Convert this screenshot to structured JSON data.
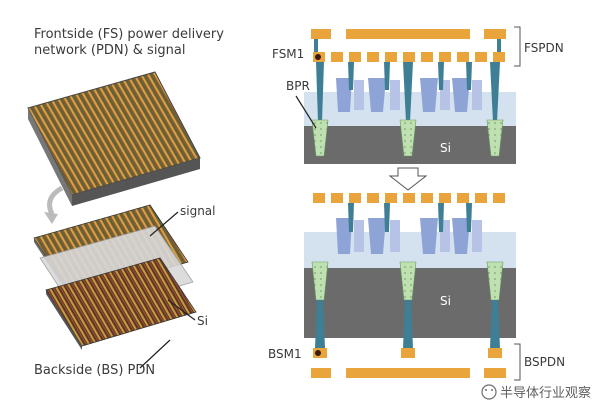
{
  "left": {
    "title_line1": "Frontside (FS) power delivery",
    "title_line2": "network (PDN) & signal",
    "signal_label": "signal",
    "si_label": "Si",
    "backside_label": "Backside (BS) PDN"
  },
  "right": {
    "fsm1_label": "FSM1",
    "bpr_label": "BPR",
    "si_top_label": "Si",
    "fspdn_label": "FSPDN",
    "si_bottom_label": "Si",
    "bsm1_label": "BSM1",
    "bspdn_label": "BSPDN"
  },
  "watermark": {
    "text": "半导体行业观察"
  },
  "colors": {
    "metal_orange": "#e9a43b",
    "silicon_gray": "#6b6b6b",
    "teal_via": "#3f7f95",
    "bpr_green": "#bfe0b0",
    "gate_blue": "#8ea3d6",
    "light_blue": "#d3e2ee"
  }
}
